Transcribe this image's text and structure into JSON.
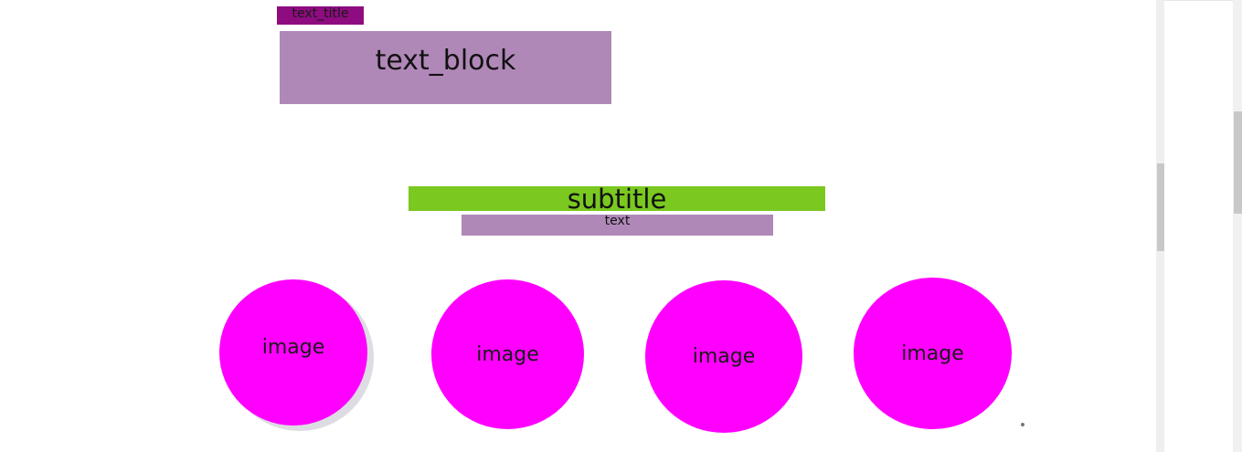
{
  "header": {
    "text_title": "text_title",
    "text_block": "text_block"
  },
  "section": {
    "subtitle": "subtitle",
    "text": "text"
  },
  "gallery": {
    "items": [
      {
        "label": "image"
      },
      {
        "label": "image"
      },
      {
        "label": "image"
      },
      {
        "label": "image"
      }
    ]
  },
  "colors": {
    "title_bg": "#8e0b80",
    "block_bg": "#b088b8",
    "subtitle_bg": "#7ac820",
    "image_bg": "#ff00ff"
  }
}
